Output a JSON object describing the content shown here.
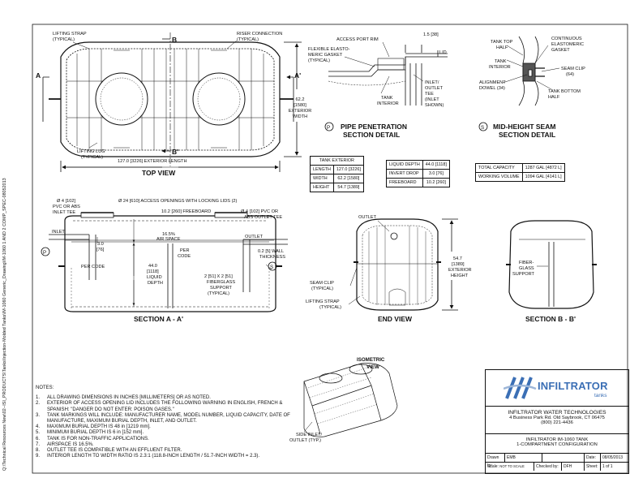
{
  "top_view": {
    "title": "TOP VIEW",
    "lifting_strap": [
      "LIFTING STRAP",
      "(TYPICAL)"
    ],
    "riser_connection": [
      "RISER CONNECTION",
      "(TYPICAL)"
    ],
    "lifting_lug": [
      "LIFTING LUG",
      "(TYPICAL)"
    ],
    "length_dim": "127.0 [3226] EXTERIOR LENGTH",
    "width_dim": [
      "62.2",
      "[1580]",
      "EXTERIOR",
      "WIDTH"
    ],
    "section_b": "B",
    "section_b2": "B'",
    "section_a": "A",
    "section_a2": "A'"
  },
  "pipe_detail": {
    "title": [
      "PIPE PENETRATION",
      "SECTION DETAIL"
    ],
    "marker": "P",
    "access_port_rim": "ACCESS PORT RIM",
    "dim": "1.5 [38]",
    "gasket": [
      "FLEXIBLE ELASTO-",
      "MERIC GASKET",
      "(TYPICAL)"
    ],
    "lid": "LID",
    "tee": [
      "INLET/",
      "OUTLET",
      "TEE",
      "(INLET",
      "SHOWN)"
    ],
    "tank_interior": [
      "TANK",
      "INTERIOR"
    ]
  },
  "seam_detail": {
    "title": [
      "MID-HEIGHT SEAM",
      "SECTION DETAIL"
    ],
    "marker": "S",
    "top_half": [
      "TANK TOP",
      "HALF"
    ],
    "interior": [
      "TANK",
      "INTERIOR"
    ],
    "dowel": [
      "ALIGNMENT",
      "DOWEL (34)"
    ],
    "gasket": [
      "CONTINUOUS",
      "ELASTOMERIC",
      "GASKET"
    ],
    "seam_clip": [
      "SEAM CLIP",
      "(64)"
    ],
    "bottom_half": [
      "TANK BOTTOM",
      "HALF"
    ]
  },
  "tank_exterior_table": {
    "header": "TANK EXTERIOR",
    "rows": [
      [
        "LENGTH",
        "127.0 [3226]"
      ],
      [
        "WIDTH",
        "62.2 [1580]"
      ],
      [
        "HEIGHT",
        "54.7 [1389]"
      ]
    ]
  },
  "depth_table": {
    "rows": [
      [
        "LIQUID DEPTH",
        "44.0 [1118]"
      ],
      [
        "INVERT DROP",
        "3.0 [76]"
      ],
      [
        "FREEBOARD",
        "10.2 [260]"
      ]
    ]
  },
  "capacity_table": {
    "rows": [
      [
        "TOTAL CAPACITY",
        "1287 GAL [4872 L]"
      ],
      [
        "WORKING VOLUME",
        "1094 GAL [4141 L]"
      ]
    ]
  },
  "section_aa": {
    "title": "SECTION  A - A'",
    "inlet_tee": [
      "Ø 4 [102]",
      "PVC OR ABS",
      "INLET TEE"
    ],
    "access": "Ø 24 [610] ACCESS OPENINGS WITH LOCKING LIDS (2)",
    "freeboard": "10.2 [260] FREEBOARD",
    "airspace": [
      "16.5%",
      "AIR SPACE"
    ],
    "outlet_tee": [
      "Ø 4 [102] PVC OR",
      "ABS OUTLET TEE"
    ],
    "inlet": "INLET",
    "outlet": "OUTLET",
    "invert": [
      "3.0",
      "[76]"
    ],
    "per_code_left": "PER CODE",
    "per_code_mid": [
      "PER",
      "CODE"
    ],
    "liquid_depth": [
      "44.0",
      "[1118]",
      "LIQUID",
      "DEPTH"
    ],
    "support": [
      "2 [51] X 2 [51]",
      "FIBERGLASS",
      "SUPPORT",
      "(TYPICAL)"
    ],
    "wall": [
      "0.2 [5] WALL",
      "THICKNESS"
    ],
    "p_marker": "P",
    "s_marker": "S"
  },
  "end_view": {
    "title": "END VIEW",
    "outlet": "OUTLET",
    "height": [
      "54.7",
      "[1389]",
      "EXTERIOR",
      "HEIGHT"
    ],
    "seam_clip": [
      "SEAM CLIP",
      "(TYPICAL)"
    ],
    "strap": [
      "LIFTING STRAP",
      "(TYPICAL)"
    ]
  },
  "section_bb": {
    "title": "SECTION  B - B'",
    "support": [
      "FIBER-",
      "GLASS",
      "SUPPORT"
    ]
  },
  "isometric": {
    "title": [
      "ISOMETRIC",
      "VIEW"
    ],
    "side_inlet": [
      "SIDE INLET/",
      "OUTLET (TYP.)"
    ]
  },
  "notes": {
    "heading": "NOTES:",
    "items": [
      [
        "1.",
        "ALL DRAWING DIMENSIONS IN INCHES [MILLIMETERS] OR AS NOTED."
      ],
      [
        "2.",
        "EXTERIOR OF ACCESS OPENING LID INCLUDES THE FOLLOWING WARNING IN ENGLISH, FRENCH & SPANISH:  \"DANGER DO NOT ENTER: POISON GASES.\""
      ],
      [
        "3.",
        "TANK MARKINGS WILL INCLUDE: MANUFACTURER NAME, MODEL NUMBER, LIQUID CAPACITY, DATE OF MANUFACTURE, MAXIMUM BURIAL DEPTH, INLET, AND OUTLET."
      ],
      [
        "4.",
        "MAXIMUM BURIAL DEPTH IS 48 in [1219 mm]."
      ],
      [
        "5.",
        "MINIMUM BURIAL DEPTH IS 6 in [152 mm]."
      ],
      [
        "6.",
        "TANK IS FOR NON-TRAFFIC APPLICATIONS."
      ],
      [
        "7.",
        "AIRSPACE IS 16.5%."
      ],
      [
        "8.",
        "OUTLET TEE IS COMPATIBLE WITH AN EFFLUENT FILTER."
      ],
      [
        "9.",
        "INTERIOR LENGTH TO WIDTH RATIO IS 2.3:1 (118.8-INCH LENGTH / 51.7-INCH WIDTH = 2.3)."
      ]
    ]
  },
  "sidebar_path": "Q:\\Technical Resources New\\02--ISI_PRODUCTS\\Tanks\\Injection-Molded Tanks\\IM-1060 Generic_Drawing\\IM-1060 1 AND 2 COMP_SPEC-08052013",
  "title_block": {
    "logo_text": "INFILTRATOR",
    "logo_sub": "tanks",
    "company": "INFILTRATOR WATER TECHNOLOGIES",
    "address": "4 Business Park Rd. Old Saybrook, CT 06475",
    "phone": "(800) 221-4436",
    "product": "INFILTRATOR IM-1060 TANK",
    "config": "1-COMPARTMENT CONFIGURATION",
    "drawn_by_label": "Drawn by:",
    "drawn_by": "EMB",
    "date_label": "Date:",
    "date": "08/05/2013",
    "scale_label": "Scale:",
    "scale": "NOT TO SCALE",
    "checked_label": "Checked by:",
    "checked": "DFH",
    "sheet_label": "Sheet:",
    "sheet": "1 of 1"
  },
  "colors": {
    "line": "#111111",
    "logo_blue": "#3b6fb5"
  }
}
